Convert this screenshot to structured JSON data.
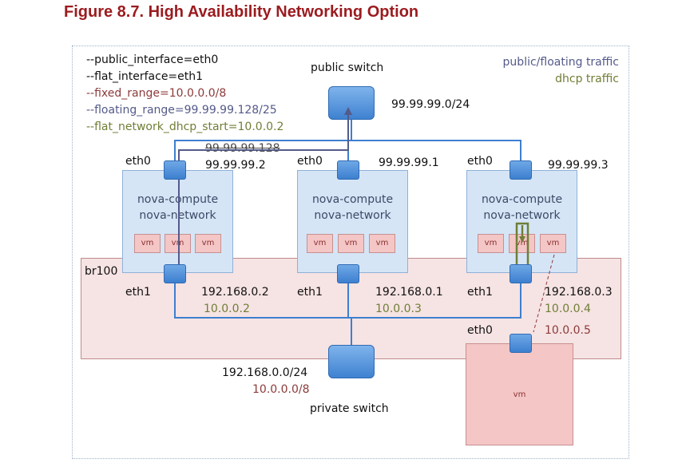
{
  "title": "Figure 8.7. High Availability Networking Option",
  "config": {
    "public_interface": "--public_interface=eth0",
    "flat_interface": "--flat_interface=eth1",
    "fixed_range": "--fixed_range=10.0.0.0/8",
    "floating_range": "--floating_range=99.99.99.128/25",
    "dhcp_start": "--flat_network_dhcp_start=10.0.0.2"
  },
  "legend": {
    "public": "public/floating traffic",
    "dhcp": "dhcp traffic",
    "colors": {
      "public": "#545a8a",
      "dhcp": "#6f7f36",
      "fixed": "#8c3a3a"
    }
  },
  "public_switch": {
    "label": "public switch",
    "subnet": "99.99.99.0/24"
  },
  "private_switch": {
    "label": "private switch",
    "subnet": "192.168.0.0/24",
    "fixed": "10.0.0.0/8"
  },
  "bridge": {
    "label": "br100"
  },
  "hosts": [
    {
      "eth0": "eth0",
      "eth1": "eth1",
      "public_ip": "99.99.99.2",
      "floating_ip": "99.99.99.128",
      "private_ip": "192.168.0.2",
      "fixed_ip": "10.0.0.2",
      "service1": "nova-compute",
      "service2": "nova-network",
      "vms": [
        "vm",
        "vm",
        "vm"
      ]
    },
    {
      "eth0": "eth0",
      "eth1": "eth1",
      "public_ip": "99.99.99.1",
      "private_ip": "192.168.0.1",
      "fixed_ip": "10.0.0.3",
      "service1": "nova-compute",
      "service2": "nova-network",
      "vms": [
        "vm",
        "vm",
        "vm"
      ]
    },
    {
      "eth0": "eth0",
      "eth1": "eth1",
      "public_ip": "99.99.99.3",
      "private_ip": "192.168.0.3",
      "fixed_ip": "10.0.0.4",
      "service1": "nova-compute",
      "service2": "nova-network",
      "vms": [
        "vm",
        "vm",
        "vm"
      ]
    }
  ],
  "standalone_vm": {
    "eth0": "eth0",
    "fixed_ip": "10.0.0.5",
    "label": "vm"
  }
}
